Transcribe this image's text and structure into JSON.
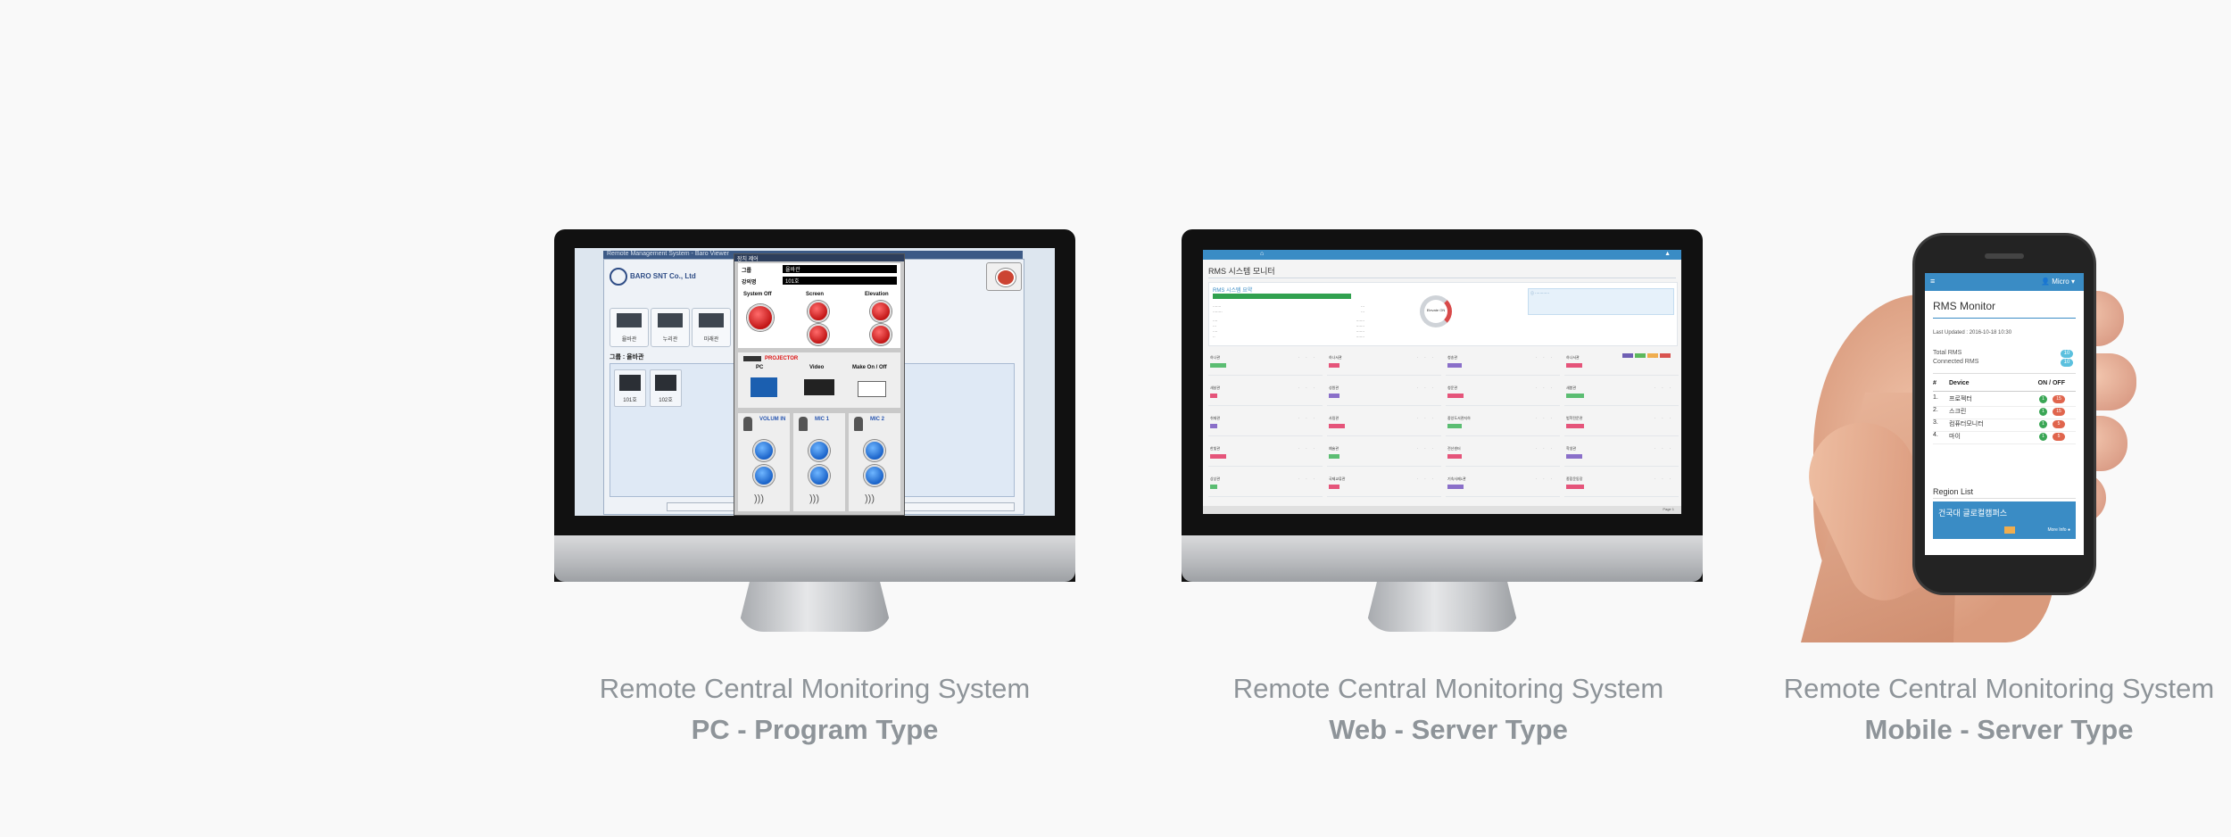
{
  "captions": [
    {
      "line1": "Remote Central Monitoring System",
      "line2": "PC - Program Type"
    },
    {
      "line1": "Remote Central Monitoring System",
      "line2": "Web - Server Type"
    },
    {
      "line1": "Remote Central Monitoring System",
      "line2": "Mobile - Server Type"
    }
  ],
  "pc": {
    "window_title": "Remote Management System - Baro Viewer",
    "logo_text": "BARO SNT Co., Ltd",
    "buildings": [
      "율바관",
      "누리관",
      "미래관"
    ],
    "group_label": "그룹 : 율바관",
    "rooms": [
      "101호",
      "102호"
    ],
    "dialog": {
      "title": "장치 제어",
      "group_key": "그룹",
      "group_value": "율바관",
      "room_key": "강의명",
      "room_value": "101호",
      "columns": [
        "System Off",
        "Screen",
        "Elevation"
      ],
      "projector_label": "PROJECTOR",
      "sources": [
        "PC",
        "Video",
        "Make On / Off"
      ],
      "mics": [
        "VOLUM IN",
        "MIC 1",
        "MIC 2"
      ]
    }
  },
  "web": {
    "home": "⌂",
    "user": "▲",
    "page_title": "RMS 시스템 모니터",
    "summary_header": "RMS 시스템 요약",
    "gauge_label": "Elevate ON",
    "rooms": [
      "하나관",
      "하나서관",
      "청송관",
      "하나서관",
      "새날관",
      "성원관",
      "청운관",
      "새봄관",
      "쉬재관",
      "사림관",
      "중앙도서관지하",
      "법학전문관",
      "한빛관",
      "예술관",
      "전산센터",
      "학생관",
      "상상관",
      "국제교류관",
      "기숙사제1관",
      "종합운동장"
    ],
    "footer": "Page 1"
  },
  "mobile": {
    "menu_icon": "≡",
    "user": "Micro",
    "app_title": "RMS Monitor",
    "last_updated": "Last Updated : 2016-10-18 10:30",
    "total_label": "Total RMS",
    "total_value": "10",
    "connected_label": "Connected RMS",
    "connected_value": "10",
    "table_headers": [
      "#",
      "Device",
      "ON / OFF"
    ],
    "devices": [
      {
        "no": "1.",
        "name": "프로젝터",
        "on": "1",
        "off": "15"
      },
      {
        "no": "2.",
        "name": "스크린",
        "on": "1",
        "off": "15"
      },
      {
        "no": "3.",
        "name": "컴퓨터모니터",
        "on": "1",
        "off": "5"
      },
      {
        "no": "4.",
        "name": "마이",
        "on": "1",
        "off": "5"
      }
    ],
    "region_list_label": "Region List",
    "region_name": "건국대 글로컬캠퍼스",
    "region_more": "More Info ●"
  },
  "colors": {
    "background": "#f9f9f9",
    "caption": "#8e9499",
    "accent": "#3a8cc5"
  }
}
